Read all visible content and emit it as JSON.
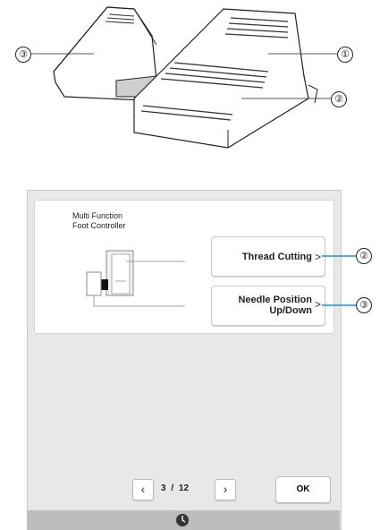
{
  "illustration": {
    "callouts": [
      "①",
      "②",
      "③"
    ]
  },
  "panel": {
    "title_line1": "Multi Function",
    "title_line2": "Foot Controller"
  },
  "buttons": {
    "thread_cutting": "Thread Cutting",
    "needle_position_line1": "Needle Position",
    "needle_position_line2": "Up/Down"
  },
  "pager": {
    "prev_icon": "chevron-left-icon",
    "next_icon": "chevron-right-icon",
    "current": "3",
    "separator": "/",
    "total": "12"
  },
  "ok_label": "OK",
  "bottom_icon": "sewing-clock-icon"
}
